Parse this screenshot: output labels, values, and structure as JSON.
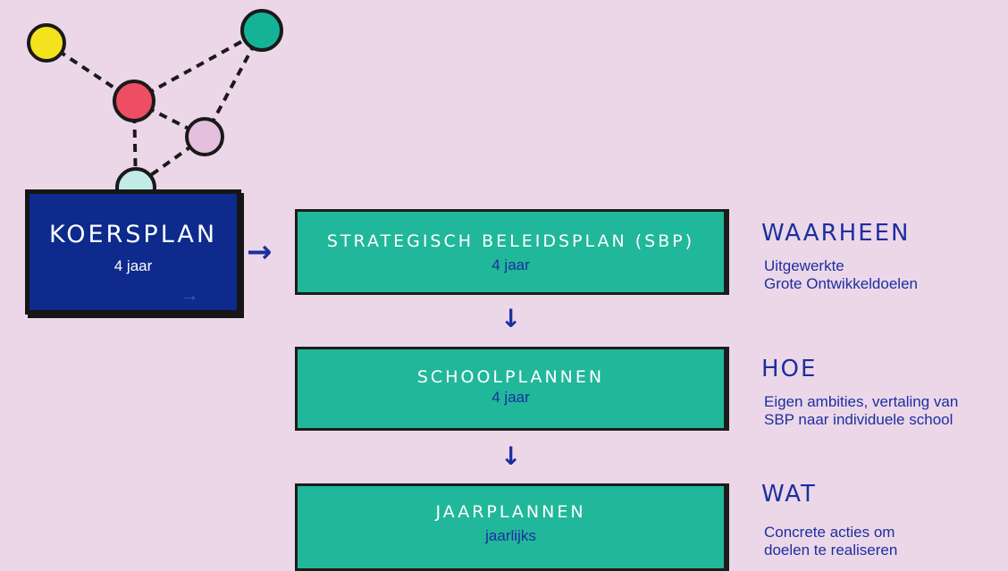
{
  "network": {
    "nodes": [
      {
        "name": "yellow",
        "color": "#f4e31c"
      },
      {
        "name": "teal",
        "color": "#14b398"
      },
      {
        "name": "red",
        "color": "#ee4e63"
      },
      {
        "name": "pink",
        "color": "#e5c0dc"
      },
      {
        "name": "light",
        "color": "#c4ece6"
      }
    ]
  },
  "koersplan": {
    "title": "KOERSPLAN",
    "period": "4 jaar"
  },
  "arrows": {
    "right": "→",
    "down": "↓"
  },
  "sbp": {
    "title": "STRATEGISCH BELEIDSPLAN (SBP)",
    "period": "4 jaar"
  },
  "schoolplannen": {
    "title": "SCHOOLPLANNEN",
    "period": "4 jaar"
  },
  "jaarplannen": {
    "title": "JAARPLANNEN",
    "period": "jaarlijks"
  },
  "waarheen": {
    "title": "WAARHEEN",
    "line1": "Uitgewerkte",
    "line2": "Grote Ontwikkeldoelen"
  },
  "hoe": {
    "title": "HOE",
    "line1": "Eigen ambities, vertaling van",
    "line2": "SBP naar individuele school"
  },
  "wat": {
    "title": "WAT",
    "line1": "Concrete acties om",
    "line2": "doelen te realiseren"
  },
  "colors": {
    "background": "#ecd7e9",
    "navy": "#0d2a8c",
    "teal": "#21b79a",
    "ink": "#1c2f9f"
  }
}
